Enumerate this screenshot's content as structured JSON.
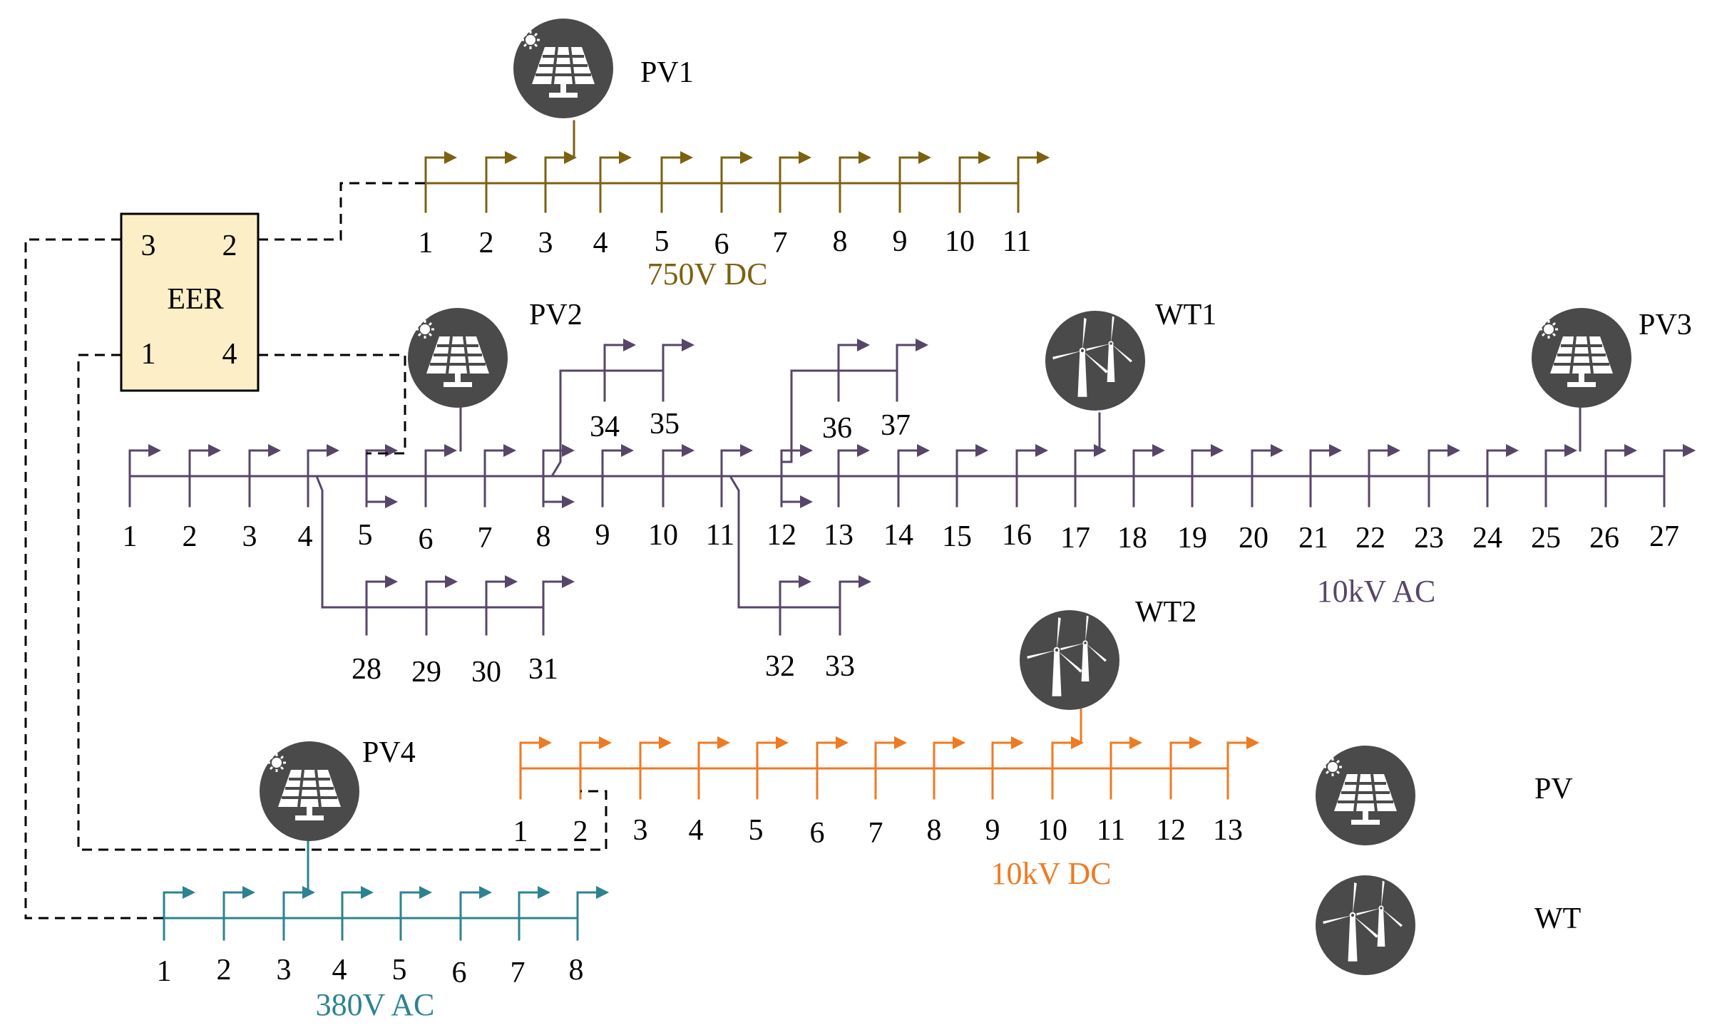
{
  "colors": {
    "dc750": "#7d6110",
    "ac10k": "#574668",
    "dc10k": "#ee7a22",
    "ac380": "#2c8391",
    "eer_fill": "#fcefc8",
    "icon_bg": "#4a4a4a",
    "dash": "#000000"
  },
  "eer": {
    "label": "EER",
    "port_top_left": "3",
    "port_top_right": "2",
    "port_bottom_left": "1",
    "port_bottom_right": "4"
  },
  "networks": {
    "dc750": {
      "label": "750V DC",
      "nodes": [
        "1",
        "2",
        "3",
        "4",
        "5",
        "6",
        "7",
        "8",
        "9",
        "10",
        "11"
      ]
    },
    "ac10k": {
      "label": "10kV AC",
      "nodes": [
        "1",
        "2",
        "3",
        "4",
        "5",
        "6",
        "7",
        "8",
        "9",
        "10",
        "11",
        "12",
        "13",
        "14",
        "15",
        "16",
        "17",
        "18",
        "19",
        "20",
        "21",
        "22",
        "23",
        "24",
        "25",
        "26",
        "27"
      ],
      "branch_4": [
        "28",
        "29",
        "30",
        "31"
      ],
      "branch_8": [
        "34",
        "35"
      ],
      "branch_11": [
        "32",
        "33"
      ],
      "branch_12": [
        "36",
        "37"
      ]
    },
    "dc10k": {
      "label": "10kV DC",
      "nodes": [
        "1",
        "2",
        "3",
        "4",
        "5",
        "6",
        "7",
        "8",
        "9",
        "10",
        "11",
        "12",
        "13"
      ]
    },
    "ac380": {
      "label": "380V AC",
      "nodes": [
        "1",
        "2",
        "3",
        "4",
        "5",
        "6",
        "7",
        "8"
      ]
    }
  },
  "sources": {
    "pv1": {
      "label": "PV1",
      "icon": "solar-panel-icon"
    },
    "pv2": {
      "label": "PV2",
      "icon": "solar-panel-icon"
    },
    "pv3": {
      "label": "PV3",
      "icon": "solar-panel-icon"
    },
    "pv4": {
      "label": "PV4",
      "icon": "solar-panel-icon"
    },
    "wt1": {
      "label": "WT1",
      "icon": "wind-turbine-icon"
    },
    "wt2": {
      "label": "WT2",
      "icon": "wind-turbine-icon"
    }
  },
  "legend": {
    "pv_label": "PV",
    "wt_label": "WT"
  }
}
